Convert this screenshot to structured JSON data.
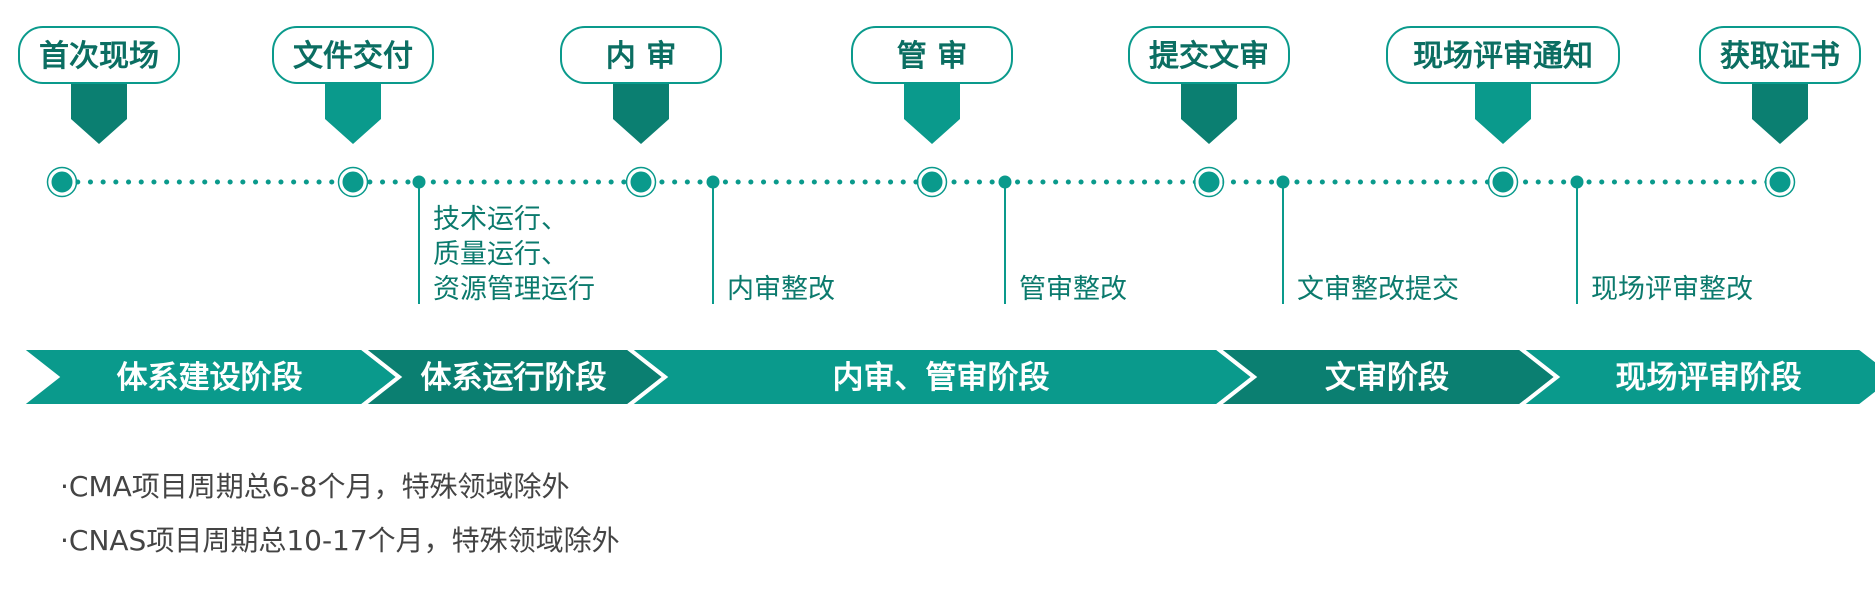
{
  "colors": {
    "teal_dark": "#0b7f71",
    "teal_light": "#0a9a8c",
    "dot": "#0a9a8c",
    "label_text": "#0b6e62",
    "sub_text": "#0b7a6d",
    "note_text": "#444444"
  },
  "milestones": [
    {
      "label": "首次现场",
      "variant": "dark"
    },
    {
      "label": "文件交付",
      "variant": "light"
    },
    {
      "label": "内 审",
      "variant": "dark"
    },
    {
      "label": "管 审",
      "variant": "light"
    },
    {
      "label": "提交文审",
      "variant": "dark"
    },
    {
      "label": "现场评审通知",
      "variant": "light"
    },
    {
      "label": "获取证书",
      "variant": "dark"
    }
  ],
  "sub_steps": [
    {
      "lines": [
        "技术运行、",
        "质量运行、",
        "资源管理运行"
      ]
    },
    {
      "lines": [
        "内审整改"
      ]
    },
    {
      "lines": [
        "管审整改"
      ]
    },
    {
      "lines": [
        "文审整改提交"
      ]
    },
    {
      "lines": [
        "现场评审整改"
      ]
    }
  ],
  "phases": [
    {
      "label": "体系建设阶段",
      "variant": "light"
    },
    {
      "label": "体系运行阶段",
      "variant": "dark"
    },
    {
      "label": "内审、管审阶段",
      "variant": "light"
    },
    {
      "label": "文审阶段",
      "variant": "dark"
    },
    {
      "label": "现场评审阶段",
      "variant": "light"
    }
  ],
  "notes": [
    "·CMA项目周期总6-8个月，特殊领域除外",
    "·CNAS项目周期总10-17个月，特殊领域除外"
  ]
}
